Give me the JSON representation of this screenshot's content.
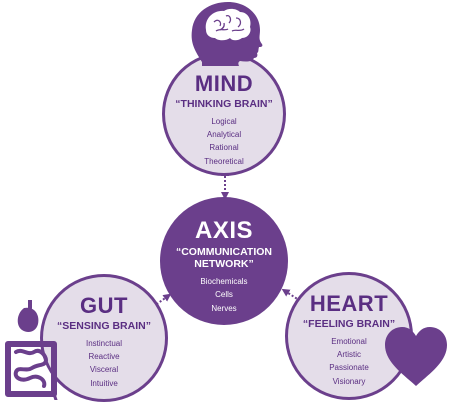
{
  "nodes": {
    "mind": {
      "title": "MIND",
      "subtitle": "“THINKING BRAIN”",
      "items": [
        "Logical",
        "Analytical",
        "Rational",
        "Theoretical"
      ]
    },
    "axis": {
      "title": "AXIS",
      "subtitle": "“COMMUNICATION NETWORK”",
      "items": [
        "Biochemicals",
        "Cells",
        "Nerves"
      ]
    },
    "gut": {
      "title": "GUT",
      "subtitle": "“SENSING BRAIN”",
      "items": [
        "Instinctual",
        "Reactive",
        "Visceral",
        "Intuitive"
      ]
    },
    "heart": {
      "title": "HEART",
      "subtitle": "“FEELING BRAIN”",
      "items": [
        "Emotional",
        "Artistic",
        "Passionate",
        "Visionary"
      ]
    }
  },
  "colors": {
    "primary": "#6b3f8c",
    "light_fill": "#e4dde9",
    "text_on_light": "#5a2e82",
    "text_on_dark": "#ffffff"
  },
  "icons": {
    "mind": "head-with-brain-icon",
    "gut": "digestive-system-icon",
    "heart": "heart-icon"
  }
}
